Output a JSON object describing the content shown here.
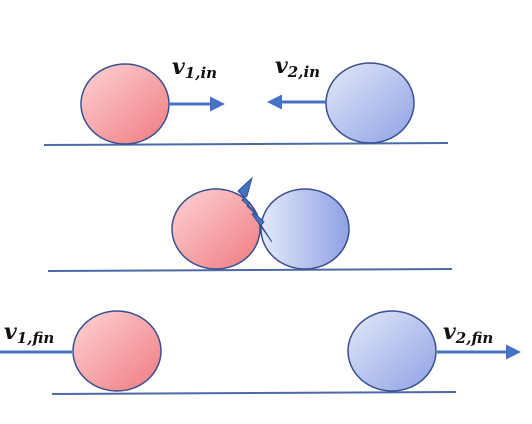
{
  "labels": {
    "v1_in": {
      "symbol": "v",
      "subscript": "1,in"
    },
    "v2_in": {
      "symbol": "v",
      "subscript": "2,in"
    },
    "v1_fin": {
      "symbol": "v",
      "subscript": "1,fin"
    },
    "v2_fin": {
      "symbol": "v",
      "subscript": "2,fin"
    }
  },
  "colors": {
    "ball1_light": "#fcd4d6",
    "ball1_dark": "#f07a80",
    "ball2_light": "#e4e9f9",
    "ball2_dark": "#8ea1e4",
    "outline": "#3a4f8f",
    "ground": "#4a6aa8",
    "arrow": "#4472c4",
    "collision_bolt": "#4472c4"
  },
  "icons": {
    "collision": "lightning-bolt-icon"
  }
}
